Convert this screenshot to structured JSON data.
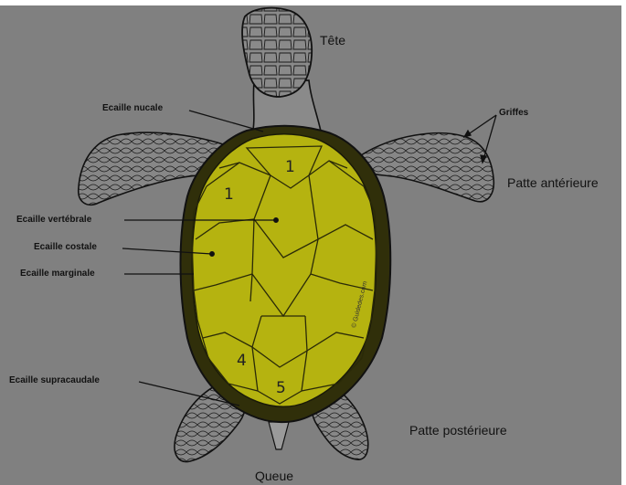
{
  "labels": {
    "head": "Tête",
    "nuchal": "Ecaille nucale",
    "claws": "Griffes",
    "front_flipper": "Patte antérieure",
    "vertebral": "Ecaille vertébrale",
    "costal": "Ecaille costale",
    "marginal": "Ecaille marginale",
    "supracaudal": "Ecaille supracaudale",
    "rear_flipper": "Patte postérieure",
    "tail": "Queue"
  },
  "scute_numbers": {
    "vertebral_first": "1",
    "costal_first": "1",
    "costal_fourth": "4",
    "vertebral_fifth": "5"
  },
  "watermark": "© Guidedes.com",
  "colors": {
    "background": "#808080",
    "shell_fill": "#b5b310",
    "shell_dark": "#302f0a",
    "line": "#111111"
  }
}
